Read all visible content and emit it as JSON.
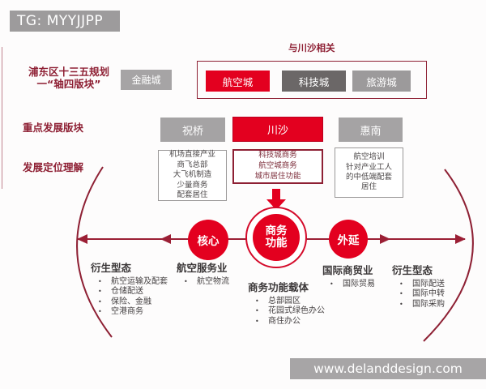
{
  "watermarks": {
    "tg_tag": "TG: MYYJJPP",
    "website": "www.delanddesign.com"
  },
  "planning_row": {
    "label_line1": "浦东区十三五规划",
    "label_line2": "一“轴四版块”",
    "outside_box": "金融城",
    "group_caption": "与川沙相关",
    "group_boxes": [
      {
        "label": "航空城",
        "style": "red"
      },
      {
        "label": "科技城",
        "style": "dark-gray"
      },
      {
        "label": "旅游城",
        "style": "gray"
      }
    ]
  },
  "focus_row": {
    "label": "重点发展版块",
    "towns": [
      {
        "label": "祝桥",
        "style": "gray"
      },
      {
        "label": "川沙",
        "style": "red"
      },
      {
        "label": "惠南",
        "style": "gray"
      }
    ]
  },
  "positioning": {
    "label": "发展定位理解",
    "detail_boxes": [
      {
        "town": "祝桥",
        "lines": [
          "机场直接产业",
          "商飞总部",
          "大飞机制造",
          "少量商务",
          "配套居住"
        ]
      },
      {
        "town": "川沙",
        "lines": [
          "科技城商务",
          "航空城商务",
          "城市居住功能"
        ]
      },
      {
        "town": "惠南",
        "lines": [
          "航空培训",
          "针对产业工人",
          "的中低端配套",
          "居住"
        ]
      }
    ]
  },
  "axis": {
    "core_label": "核心",
    "center_line1": "商务",
    "center_line2": "功能",
    "outer_label": "外延"
  },
  "columns": [
    {
      "title": "衍生型态",
      "items": [
        "航空运输及配套",
        "仓储配送",
        "保险、金融",
        "空港商务"
      ]
    },
    {
      "title": "航空服务业",
      "items": [
        "航空物流"
      ]
    },
    {
      "title": "商务功能载体",
      "items": [
        "总部园区",
        "花园式绿色办公",
        "商住办公"
      ]
    },
    {
      "title": "国际商贸业",
      "items": [
        "国际贸易"
      ]
    },
    {
      "title": "衍生型态",
      "items": [
        "国际配送",
        "国际中转",
        "国际采购"
      ]
    }
  ],
  "colors": {
    "accent_red": "#e3001f",
    "dark_red": "#8e2034",
    "gray_box": "#a5a3a4",
    "dark_gray_box": "#6b6767",
    "mid_gray_box": "#9c9a9b",
    "watermark_gray": "#9d9b9c",
    "text_dark": "#3b3738"
  }
}
